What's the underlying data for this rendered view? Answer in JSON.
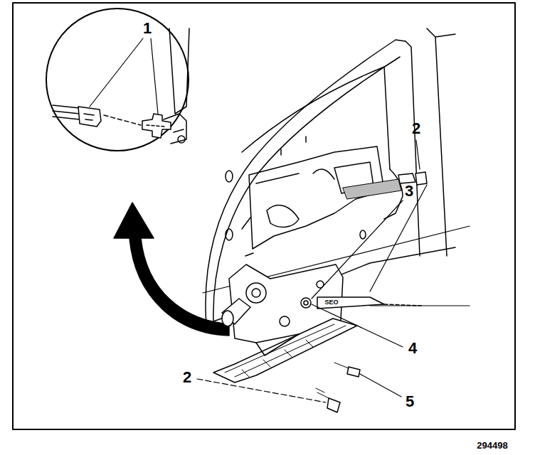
{
  "diagram": {
    "labels": [
      "1",
      "2",
      "3",
      "4",
      "5",
      "2",
      "SEO",
      "294498"
    ]
  }
}
